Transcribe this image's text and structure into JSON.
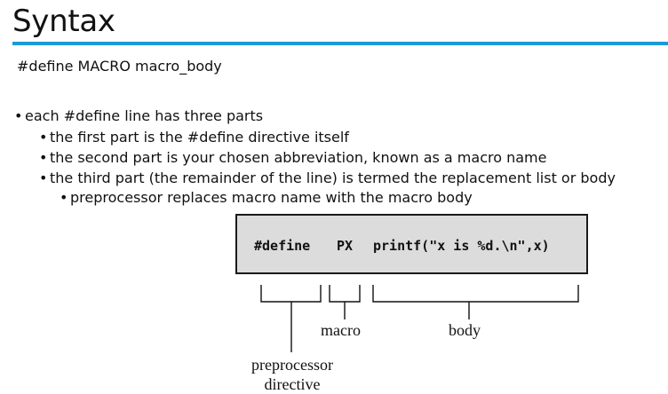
{
  "slide": {
    "title": "Syntax",
    "syntax": "#define MACRO macro_body",
    "bullets": [
      {
        "level": 1,
        "text": "each #define line has three parts"
      },
      {
        "level": 2,
        "text": "the first part is the #define directive itself"
      },
      {
        "level": 2,
        "text": "the second part is your chosen abbreviation, known as a macro name"
      },
      {
        "level": 2,
        "text": "the third part (the remainder of the line) is termed the replacement list or body"
      },
      {
        "level": 3,
        "text": "preprocessor replaces macro name with the macro body"
      }
    ],
    "bullet_glyph": "•",
    "accent_color": "#1e9ad6"
  },
  "figure": {
    "code": {
      "directive": "#define",
      "macro": "PX",
      "body": "printf(\"x is %d.\\n\",x)"
    },
    "labels": {
      "macro": "macro",
      "body": "body",
      "directive_line1": "preprocessor",
      "directive_line2": "directive"
    }
  }
}
